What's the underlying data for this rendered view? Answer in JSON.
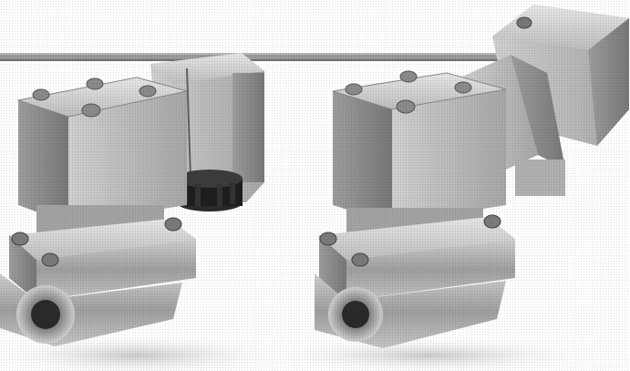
{
  "image": {
    "kind": "product-photo",
    "style": "grayscale halftone",
    "subjects": [
      "solenoid-valve-with-plug-connector",
      "solenoid-valve-with-junction-box"
    ]
  },
  "colors": {
    "background": "#ffffff",
    "metal_light": "#d8d8d8",
    "metal_mid": "#a9a9a9",
    "metal_dark": "#6b6b6b",
    "connector_black": "#1e1e1e",
    "screw": "#8a8a8a",
    "rule_line": "#8c8c8c"
  }
}
